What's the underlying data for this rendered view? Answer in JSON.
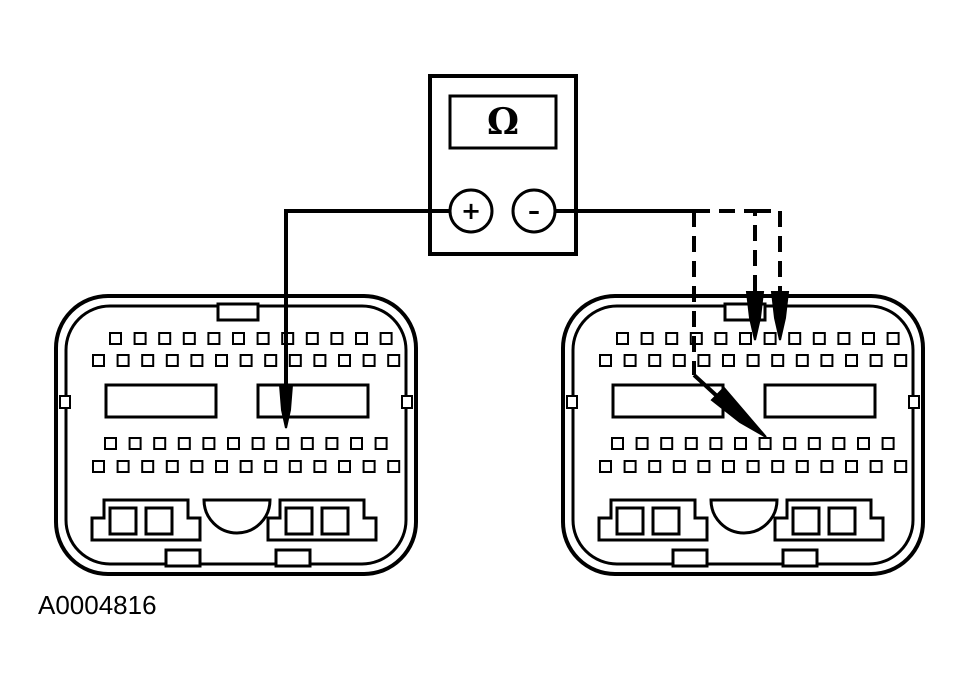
{
  "meter": {
    "display_symbol": "Ω",
    "positive_terminal": "+",
    "negative_terminal": "–"
  },
  "connectors": [
    {
      "name": "left-connector",
      "probe_style": "solid"
    },
    {
      "name": "right-connector",
      "probe_style": "dashed"
    }
  ],
  "figure_id": "A0004816",
  "colors": {
    "ink": "#000000",
    "paper": "#ffffff"
  }
}
